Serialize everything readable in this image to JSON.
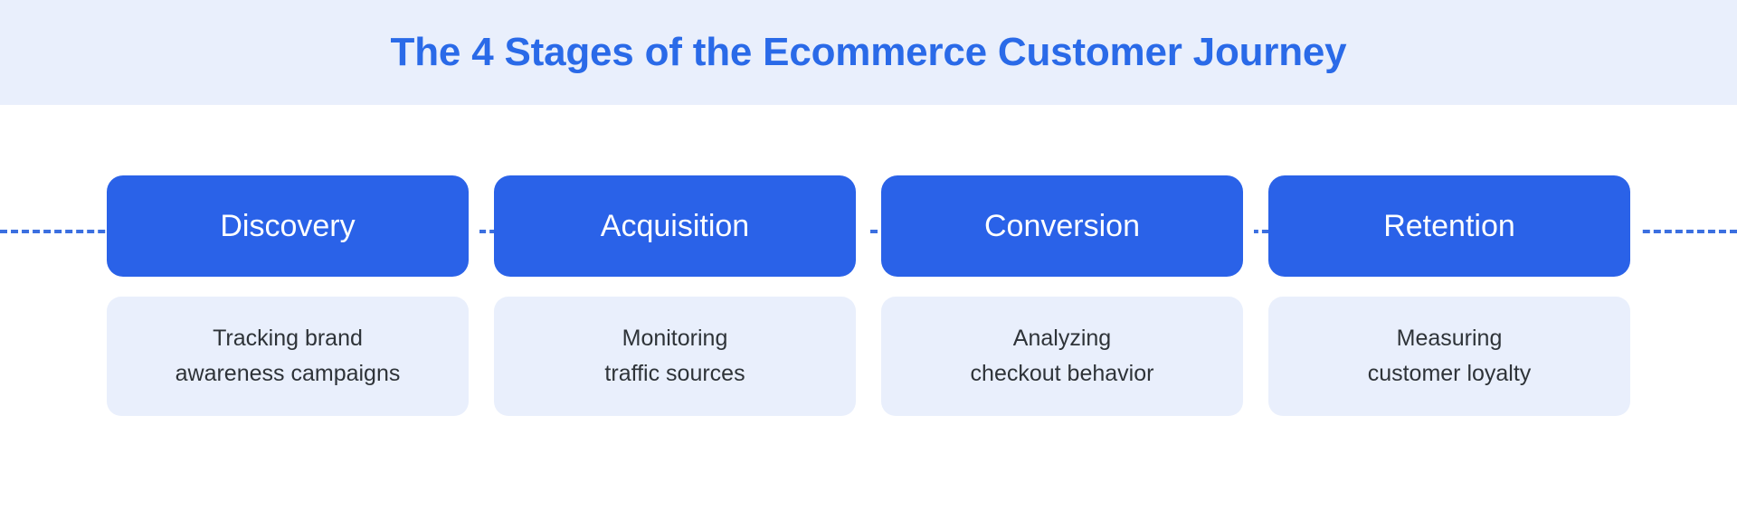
{
  "header": {
    "title": "The 4 Stages of the Ecommerce Customer Journey",
    "background_color": "#e9effc",
    "title_color": "#2a6ae8"
  },
  "theme": {
    "page_background": "#ffffff",
    "pill_color": "#2a62e8",
    "pill_text_color": "#ffffff",
    "card_background": "#e9effc",
    "card_text_color": "#2e3338",
    "connector_color": "#3b6fe0",
    "connector_style": "dashed"
  },
  "journey": {
    "stages": [
      {
        "label": "Discovery",
        "desc_line1": "Tracking brand",
        "desc_line2": "awareness campaigns"
      },
      {
        "label": "Acquisition",
        "desc_line1": "Monitoring",
        "desc_line2": "traffic sources"
      },
      {
        "label": "Conversion",
        "desc_line1": "Analyzing",
        "desc_line2": "checkout behavior"
      },
      {
        "label": "Retention",
        "desc_line1": "Measuring",
        "desc_line2": "customer loyalty"
      }
    ]
  }
}
